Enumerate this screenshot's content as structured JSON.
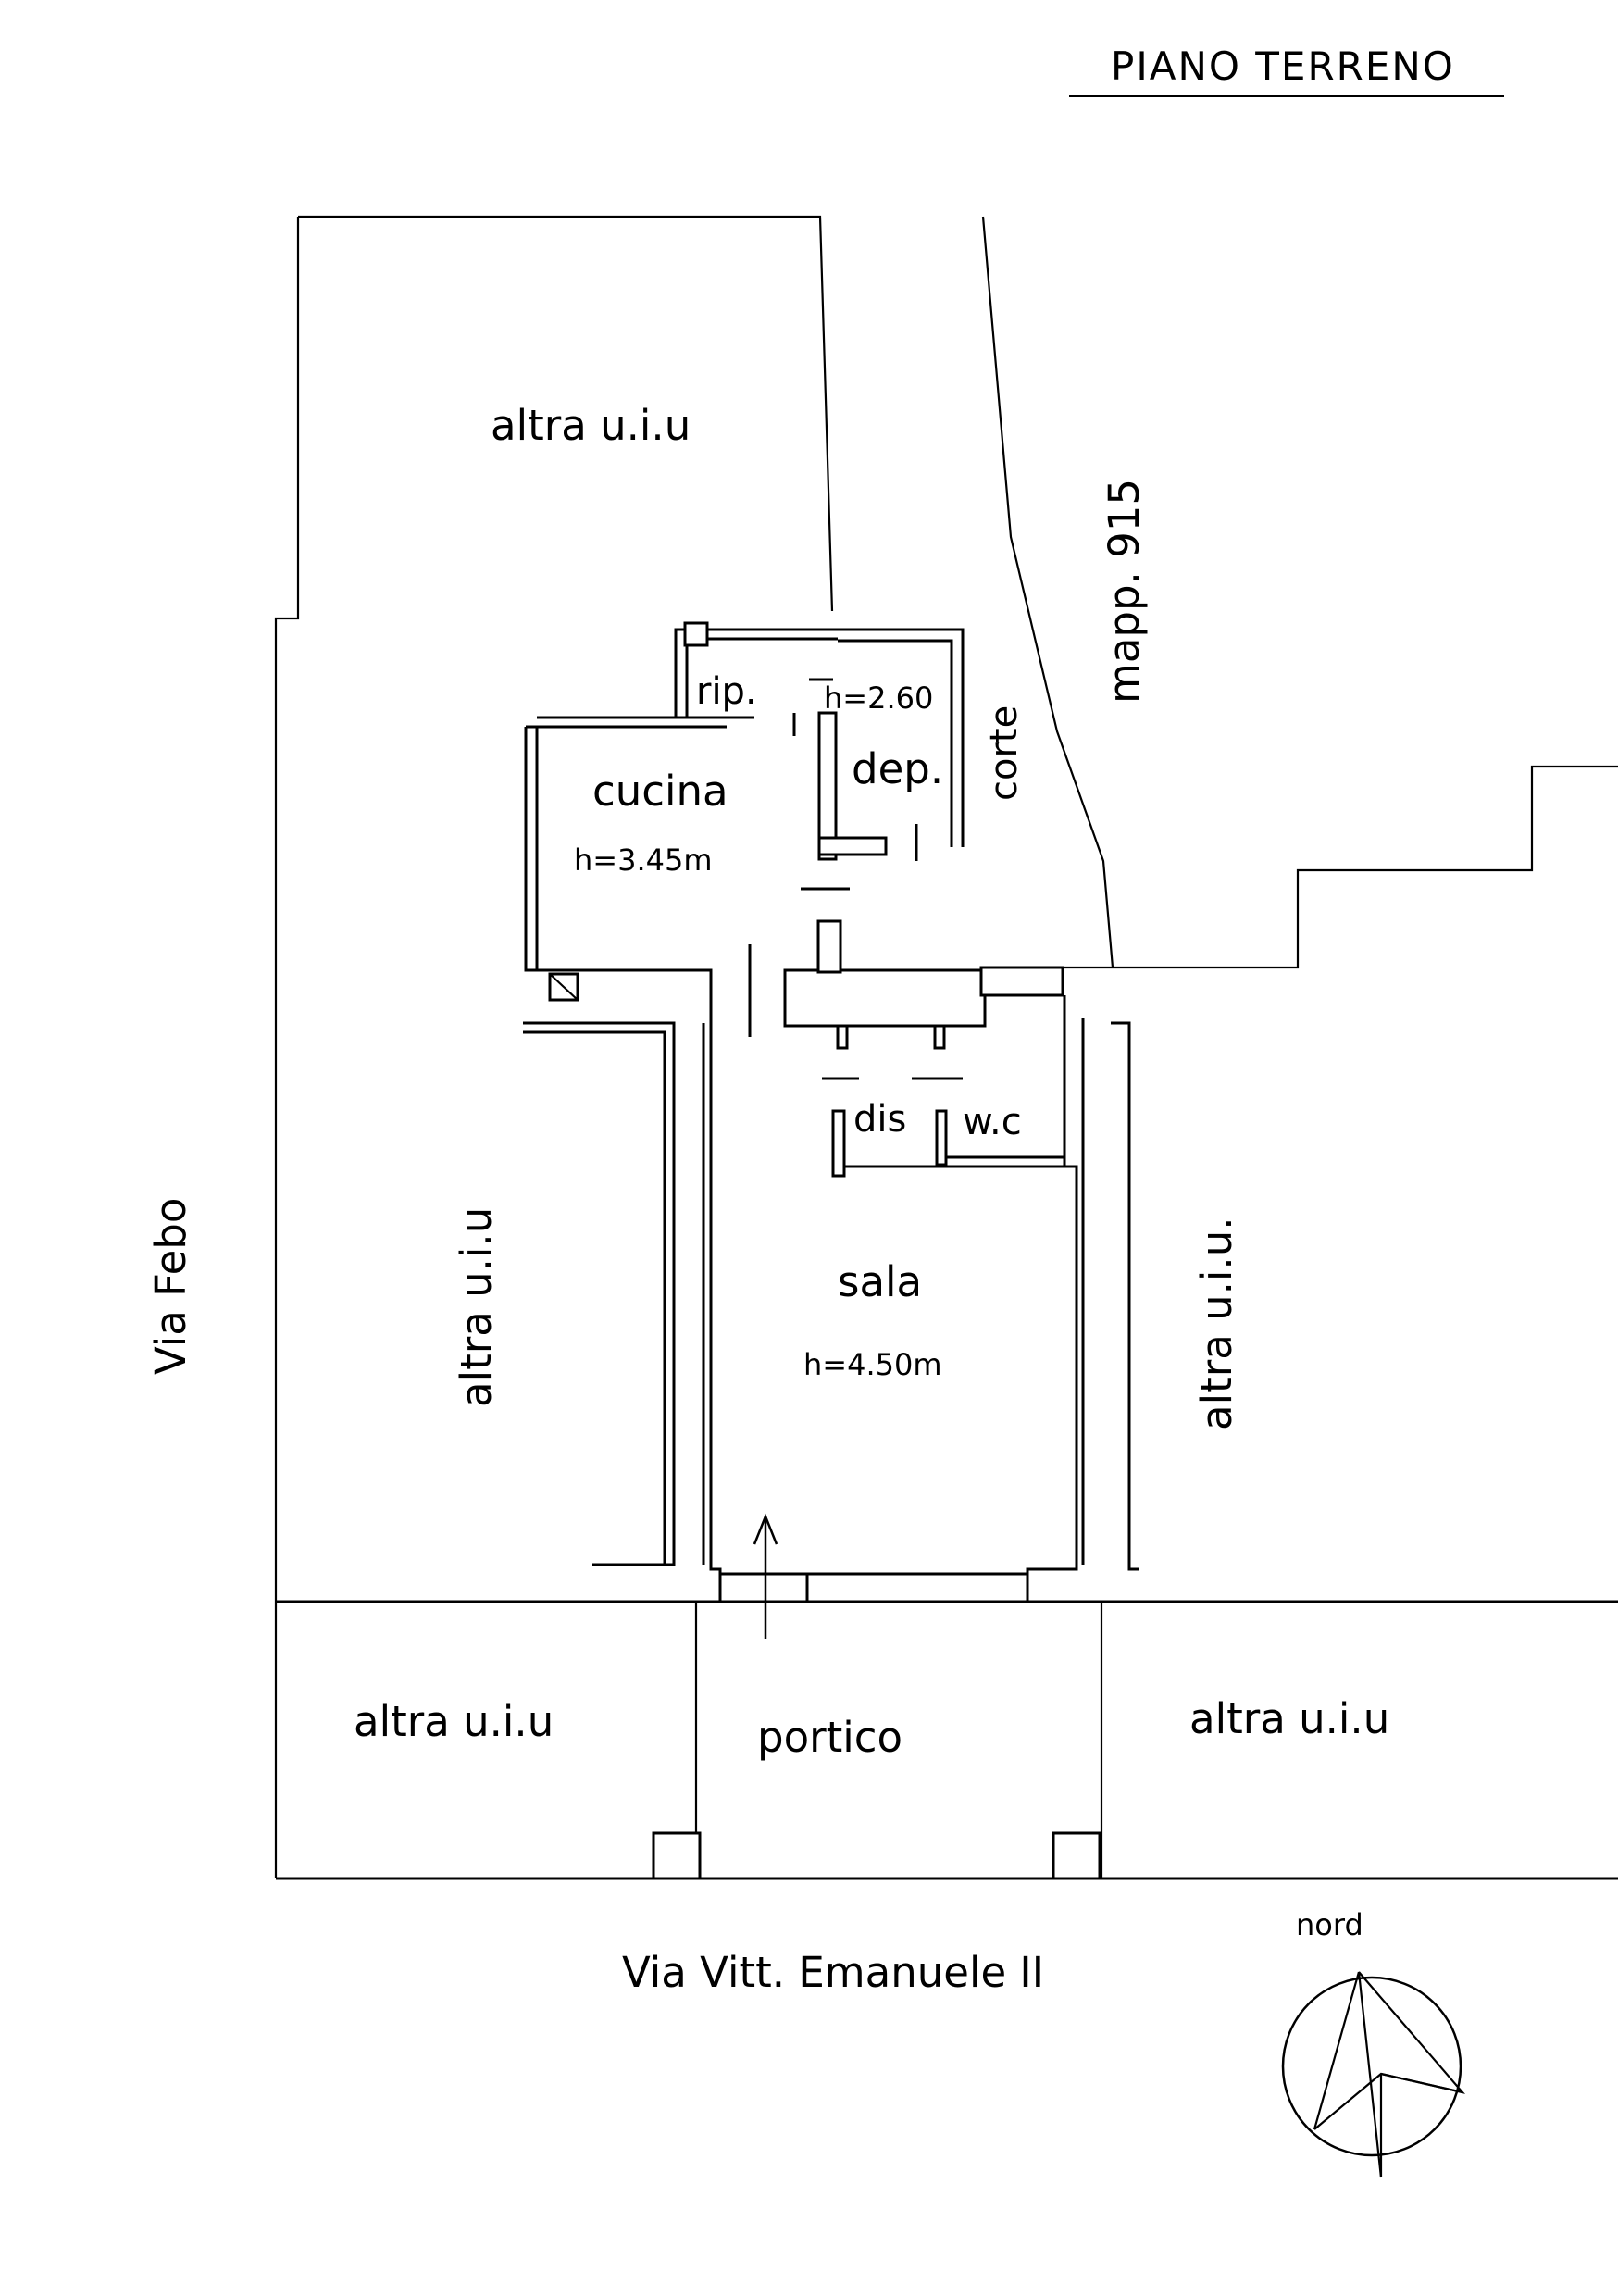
{
  "title": "PIANO TERRENO",
  "rooms": {
    "cucina": "cucina",
    "cucina_height": "h=3.45m",
    "rip": "rip.",
    "dep": "dep.",
    "dep_height": "h=2.60",
    "corte": "corte",
    "dis": "dis",
    "wc": "w.c",
    "sala": "sala",
    "sala_height": "h=4.50m",
    "portico": "portico"
  },
  "neighbors": {
    "top_left": "altra u.i.u",
    "left": "altra u.i.u",
    "right": "altra u.i.u.",
    "bottom_left": "altra u.i.u",
    "bottom_right": "altra u.i.u",
    "mapp": "mapp. 915"
  },
  "streets": {
    "left": "Via Febo",
    "bottom": "Via Vitt. Emanuele II"
  },
  "compass": {
    "label": "nord"
  }
}
